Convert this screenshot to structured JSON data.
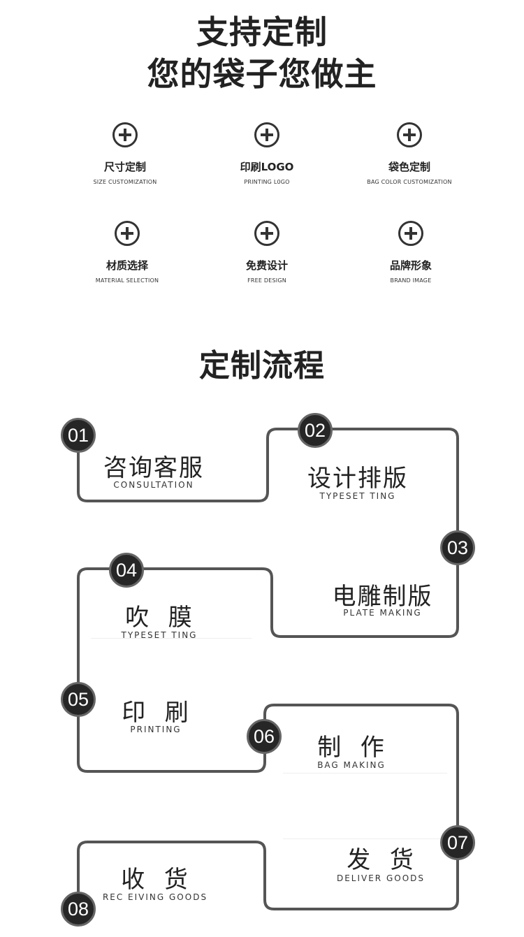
{
  "hero": {
    "line1": "支持定制",
    "line2": "您的袋子您做主"
  },
  "features": [
    {
      "icon": "plus-circle-icon",
      "cn": "尺寸定制",
      "en": "SIZE CUSTOMIZATION"
    },
    {
      "icon": "plus-circle-icon",
      "cn": "印刷LOGO",
      "en": "PRINTING L0GO"
    },
    {
      "icon": "plus-circle-icon",
      "cn": "袋色定制",
      "en": "BAG COLOR CUSTOMIZATION"
    },
    {
      "icon": "plus-circle-icon",
      "cn": "材质选择",
      "en": "MATERIAL SELECTION"
    },
    {
      "icon": "plus-circle-icon",
      "cn": "免费设计",
      "en": "FREE DESIGN"
    },
    {
      "icon": "plus-circle-icon",
      "cn": "品牌形象",
      "en": "BRAND IMAGE"
    }
  ],
  "process": {
    "title": "定制流程",
    "steps": [
      {
        "num": "01",
        "cn": "咨询客服",
        "en": "CONSULTATION"
      },
      {
        "num": "02",
        "cn": "设计排版",
        "en": "TYPESET TING"
      },
      {
        "num": "03",
        "cn": "电雕制版",
        "en": "PLATE MAKING"
      },
      {
        "num": "04",
        "cn": "吹  膜",
        "en": "TYPESET TING"
      },
      {
        "num": "05",
        "cn": "印  刷",
        "en": "PRINTING"
      },
      {
        "num": "06",
        "cn": "制  作",
        "en": "BAG MAKING"
      },
      {
        "num": "07",
        "cn": "发  货",
        "en": "DELIVER GOODS"
      },
      {
        "num": "08",
        "cn": "收  货",
        "en": "REC EIVING GOODS"
      }
    ]
  },
  "colors": {
    "text": "#222222",
    "line": "#555555",
    "badge": "#262626"
  }
}
